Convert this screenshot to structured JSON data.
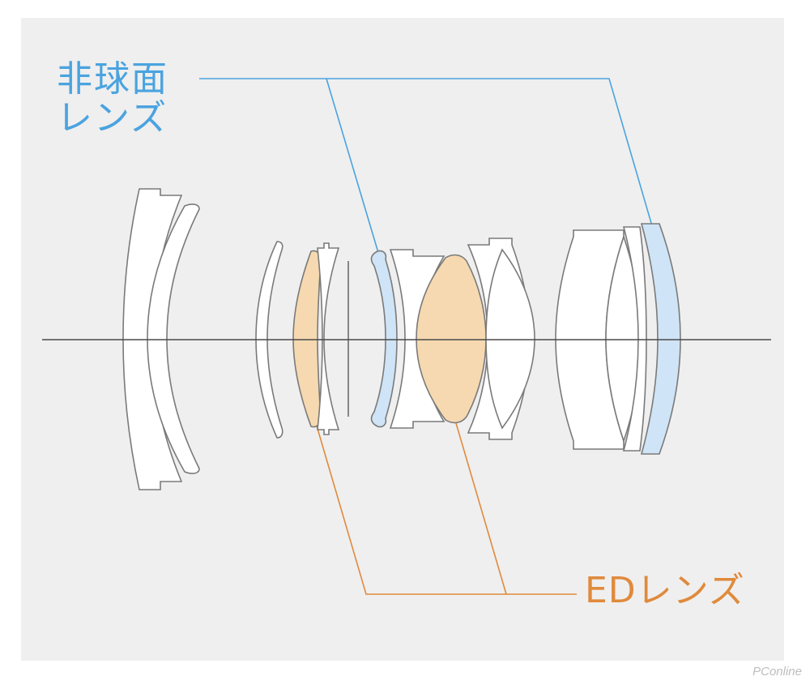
{
  "diagram": {
    "labels": {
      "aspherical_line1": "非球面",
      "aspherical_line2": "レンズ",
      "ed": "EDレンズ"
    },
    "watermark": "PConline"
  },
  "colors": {
    "background": "#ffffff",
    "panel": "#efefef",
    "lens_outline": "#7a7a7a",
    "lens_fill": "#ffffff",
    "aspherical_fill": "#cfe4f6",
    "aspherical_line": "#4aa3df",
    "ed_fill": "#f6d9b0",
    "ed_line": "#e08a3c",
    "axis": "#4a4a4a"
  }
}
